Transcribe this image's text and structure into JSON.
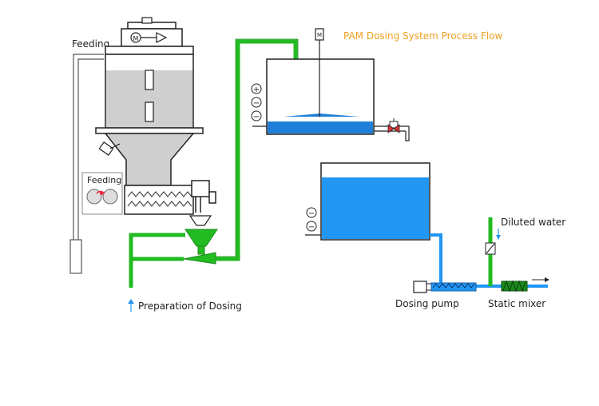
{
  "title": "PAM Dosing System Process Flow",
  "labels": {
    "feeding_top": "Feeding",
    "feeding_box": "Feeding",
    "preparation": "Preparation of Dosing",
    "diluted_water": "Diluted water",
    "dosing_pump": "Dosing pump",
    "static_mixer": "Static mixer",
    "motor": "M"
  },
  "controls": {
    "plus": "+",
    "minus": "−"
  },
  "colors": {
    "green_pipe": "#22bb22",
    "water": "#1f7fd6",
    "light_water": "#2196f3",
    "powder": "#c9c9c9",
    "title": "#f0a020"
  }
}
